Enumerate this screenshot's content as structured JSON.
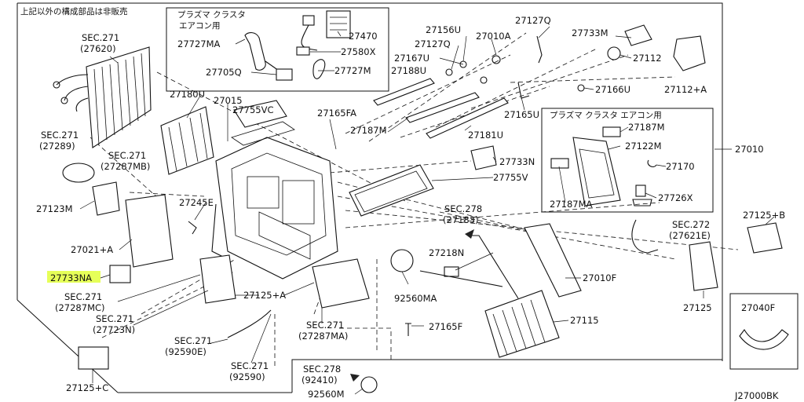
{
  "header_note": "上記以外の構成部品は非販売",
  "subbox_plasma_title": "プラズマ クラスタ",
  "subbox_plasma_sub": "エアコン用",
  "subbox_plasma2_title": "プラズマ クラスタ エアコン用",
  "diagram_code": "J27000BK",
  "labels": {
    "sec271_27620_a": "SEC.271",
    "sec271_27620_b": "(27620)",
    "p27727MA": "27727MA",
    "p27470": "27470",
    "p27580X": "27580X",
    "p27705Q": "27705Q",
    "p27727M": "27727M",
    "p27156U": "27156U",
    "p27127Q_a": "27127Q",
    "p27010A": "27010A",
    "p27127Q_b": "27127Q",
    "p27167U": "27167U",
    "p27188U": "27188U",
    "p27733M": "27733M",
    "p27112": "27112",
    "p27112A": "27112+A",
    "p27166U": "27166U",
    "p27180U": "27180U",
    "p27015": "27015",
    "p27755VC": "27755VC",
    "p27165FA": "27165FA",
    "p27187M_a": "27187M",
    "p27165U": "27165U",
    "p27181U": "27181U",
    "p27187M_b": "27187M",
    "p27122M": "27122M",
    "p27010": "27010",
    "sec271_27289_a": "SEC.271",
    "sec271_27289_b": "(27289)",
    "sec271_27287MB_a": "SEC.271",
    "sec271_27287MB_b": "(27287MB)",
    "p27733N": "27733N",
    "p27170": "27170",
    "p27755V": "27755V",
    "p27726X": "27726X",
    "p27187MA": "27187MA",
    "p27123M": "27123M",
    "p27245E": "27245E",
    "sec278_27183_a": "SEC.278",
    "sec278_27183_b": "(27183)",
    "sec272_27621E_a": "SEC.272",
    "sec272_27621E_b": "(27621E)",
    "p27125B": "27125+B",
    "p27021A": "27021+A",
    "p27218N": "27218N",
    "p27010F": "27010F",
    "p27733NA": "27733NA",
    "p92560MA": "92560MA",
    "p27125A": "27125+A",
    "sec271_27287MC_a": "SEC.271",
    "sec271_27287MC_b": "(27287MC)",
    "sec271_27723N_a": "SEC.271",
    "sec271_27723N_b": "(27723N)",
    "p27125": "27125",
    "p27040F": "27040F",
    "p27165F": "27165F",
    "p27115": "27115",
    "sec271_27287MA_a": "SEC.271",
    "sec271_27287MA_b": "(27287MA)",
    "sec271_92590E_a": "SEC.271",
    "sec271_92590E_b": "(92590E)",
    "sec271_92590_a": "SEC.271",
    "sec271_92590_b": "(92590)",
    "p27125C": "27125+C",
    "sec278_92410_a": "SEC.278",
    "sec278_92410_b": "(92410)",
    "p92560M": "92560M"
  },
  "highlight_color": "#e6ff58"
}
